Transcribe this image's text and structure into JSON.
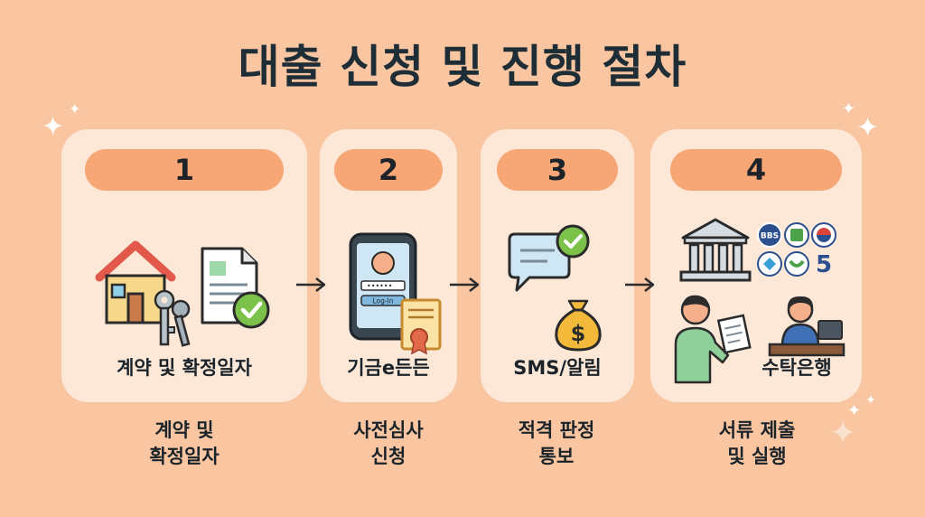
{
  "title": "대출 신청 및 진행 절차",
  "steps": [
    {
      "number": "1",
      "label": "계약 및 확정일자",
      "caption_line1": "계약 및",
      "caption_line2": "확정일자"
    },
    {
      "number": "2",
      "label": "기금e든든",
      "caption_line1": "사전심사",
      "caption_line2": "신청",
      "phone_button": "Log-In"
    },
    {
      "number": "3",
      "label": "SMS/알림",
      "caption_line1": "적격 판정",
      "caption_line2": "통보"
    },
    {
      "number": "4",
      "label": "수탁은행",
      "caption_line1": "서류 제출",
      "caption_line2": "및 실행",
      "bank_logo_text": "BBS",
      "bank_number": "5"
    }
  ],
  "icons": {
    "step1": [
      "house-icon",
      "keys-icon",
      "document-check-icon"
    ],
    "step2": [
      "smartphone-icon",
      "certificate-icon"
    ],
    "step3": [
      "chat-bubble-check-icon",
      "money-bag-icon"
    ],
    "step4": [
      "bank-building-icon",
      "bank-logos-icon",
      "customer-icon",
      "bank-teller-icon"
    ]
  },
  "colors": {
    "background": "#f9c6a1",
    "card": "#fde8d8",
    "pill": "#f7a676",
    "check": "#7cc24a",
    "title": "#1f2e36"
  }
}
